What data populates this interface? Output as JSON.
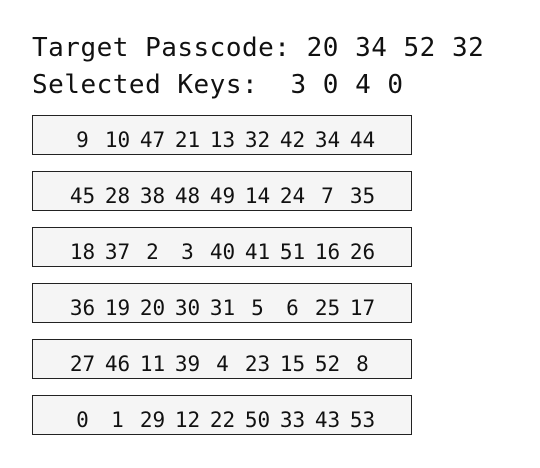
{
  "header": {
    "target_label": "Target Passcode:",
    "target_code": "20 34 52 32",
    "selected_label": "Selected Keys:",
    "selected_keys": "3 0 4 0"
  },
  "keypad": {
    "rows": [
      [
        "9",
        "10",
        "47",
        "21",
        "13",
        "32",
        "42",
        "34",
        "44"
      ],
      [
        "45",
        "28",
        "38",
        "48",
        "49",
        "14",
        "24",
        "7",
        "35"
      ],
      [
        "18",
        "37",
        "2",
        "3",
        "40",
        "41",
        "51",
        "16",
        "26"
      ],
      [
        "36",
        "19",
        "20",
        "30",
        "31",
        "5",
        "6",
        "25",
        "17"
      ],
      [
        "27",
        "46",
        "11",
        "39",
        "4",
        "23",
        "15",
        "52",
        "8"
      ],
      [
        "0",
        "1",
        "29",
        "12",
        "22",
        "50",
        "33",
        "43",
        "53"
      ]
    ]
  }
}
